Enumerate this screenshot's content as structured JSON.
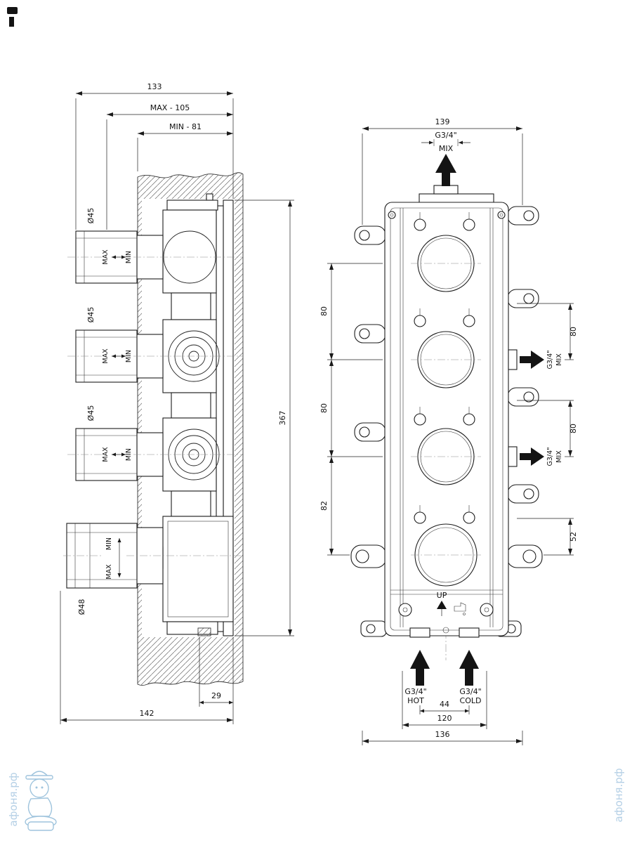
{
  "side_view": {
    "dim_depth_overall": "133",
    "dim_depth_max": "MAX - 105",
    "dim_depth_min": "MIN - 81",
    "dim_height": "367",
    "dim_plate_offset": "29",
    "dim_depth_total": "142",
    "port_diameter": "Ø45",
    "port4_diameter": "Ø48",
    "label_max": "MAX",
    "label_min": "MIN"
  },
  "front_view": {
    "dim_width": "139",
    "top_outlet_size": "G3/4\"",
    "top_outlet_label": "MIX",
    "dim_left_1": "80",
    "dim_left_2": "80",
    "dim_left_3": "82",
    "side_outlet_size": "G3/4\"",
    "side_outlet_label": "MIX",
    "dim_right_1": "80",
    "dim_right_2": "80",
    "dim_right_3": "52",
    "label_up": "UP",
    "inlet_hot_size": "G3/4\"",
    "inlet_hot_label": "HOT",
    "inlet_cold_size": "G3/4\"",
    "inlet_cold_label": "COLD",
    "dim_inlets": "44",
    "dim_mounts": "120",
    "dim_base": "136"
  },
  "watermark": {
    "text": "афоня.рф",
    "color": "#b5d0e6"
  }
}
